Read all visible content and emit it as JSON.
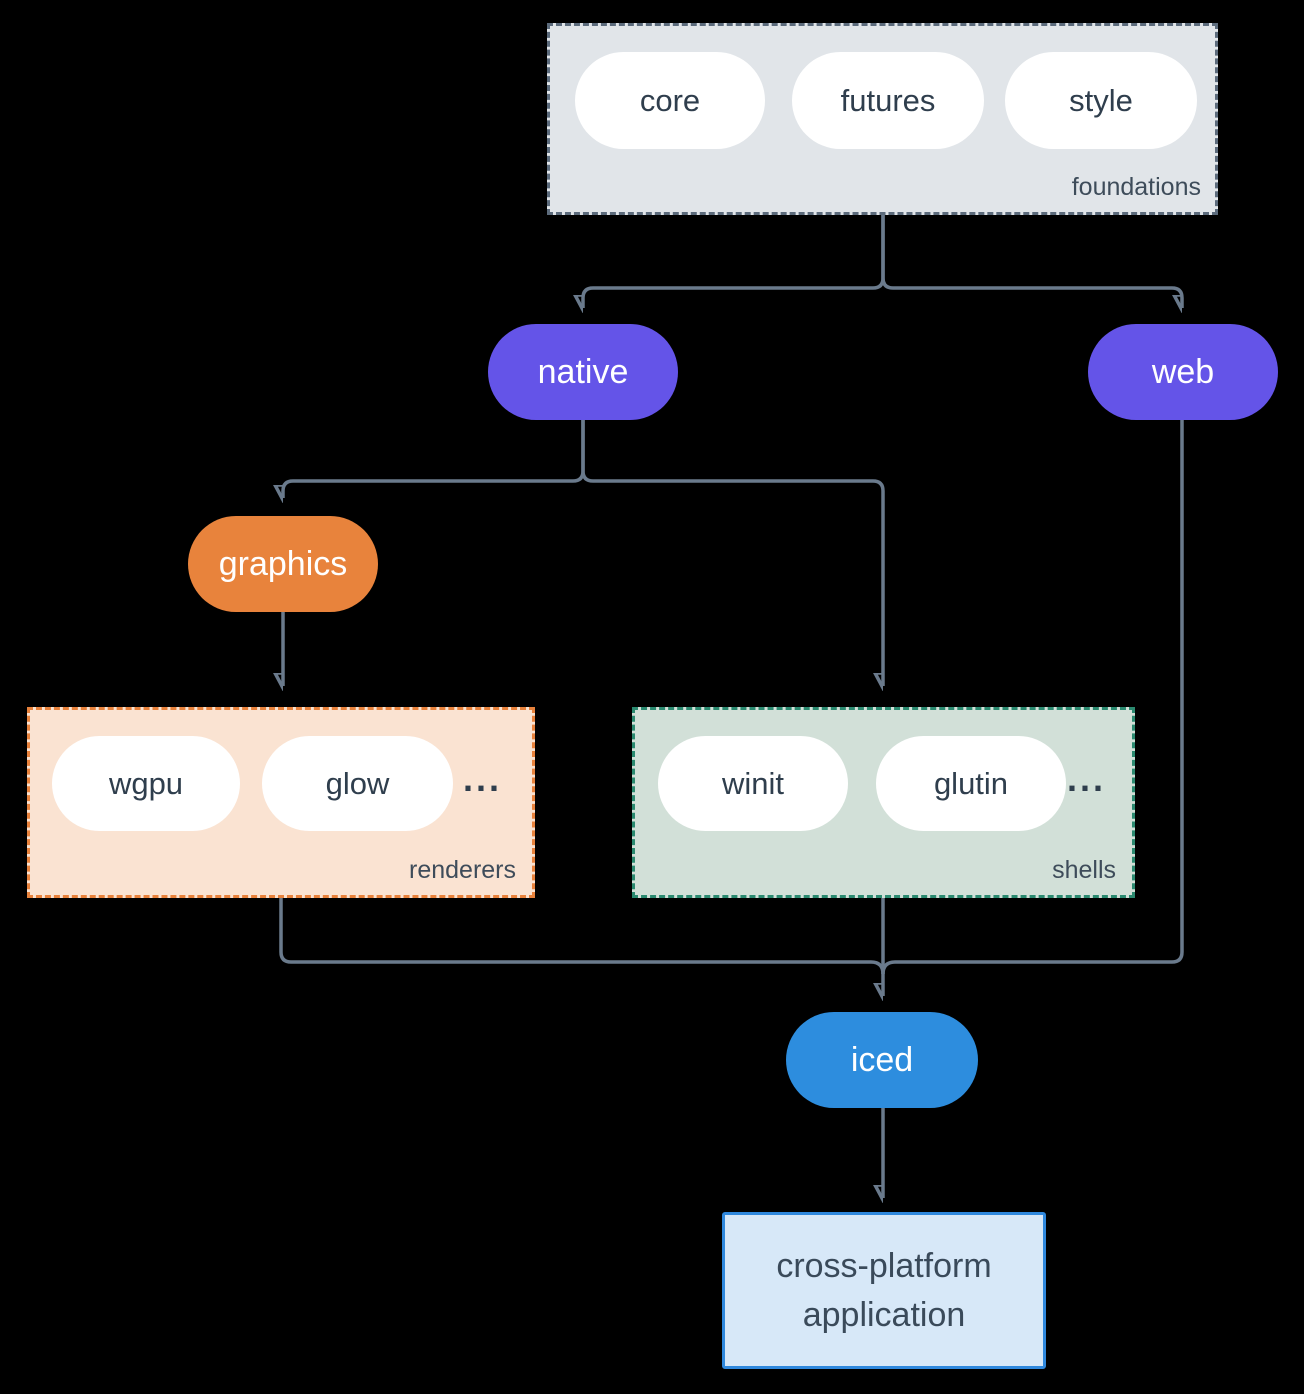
{
  "diagram": {
    "colors": {
      "background": "#000000",
      "connector": "#6a7a8c",
      "node_purple": "#6454e8",
      "node_orange": "#e8833c",
      "node_blue": "#2d8dde",
      "foundations_fill": "#e1e5e9",
      "foundations_border": "#5c6b7c",
      "renderers_fill": "#fae3d2",
      "renderers_border": "#e8823c",
      "shells_fill": "#d2e0d8",
      "shells_border": "#2b8a70",
      "application_fill": "#d7e8f8",
      "application_border": "#2f88dd",
      "text_dark": "#2f3e4d",
      "text_light": "#ffffff"
    },
    "groups": {
      "foundations": {
        "label": "foundations",
        "pills": [
          "core",
          "futures",
          "style"
        ]
      },
      "renderers": {
        "label": "renderers",
        "pills": [
          "wgpu",
          "glow"
        ],
        "more": "..."
      },
      "shells": {
        "label": "shells",
        "pills": [
          "winit",
          "glutin"
        ],
        "more": "..."
      }
    },
    "nodes": {
      "native": {
        "label": "native"
      },
      "web": {
        "label": "web"
      },
      "graphics": {
        "label": "graphics"
      },
      "iced": {
        "label": "iced"
      },
      "application": {
        "line1": "cross-platform",
        "line2": "application"
      }
    },
    "edges": [
      {
        "from": "foundations",
        "to": "native"
      },
      {
        "from": "foundations",
        "to": "web"
      },
      {
        "from": "native",
        "to": "graphics"
      },
      {
        "from": "native",
        "to": "shells"
      },
      {
        "from": "graphics",
        "to": "renderers"
      },
      {
        "from": "renderers",
        "to": "iced"
      },
      {
        "from": "shells",
        "to": "iced"
      },
      {
        "from": "web",
        "to": "iced"
      },
      {
        "from": "iced",
        "to": "application"
      }
    ]
  }
}
